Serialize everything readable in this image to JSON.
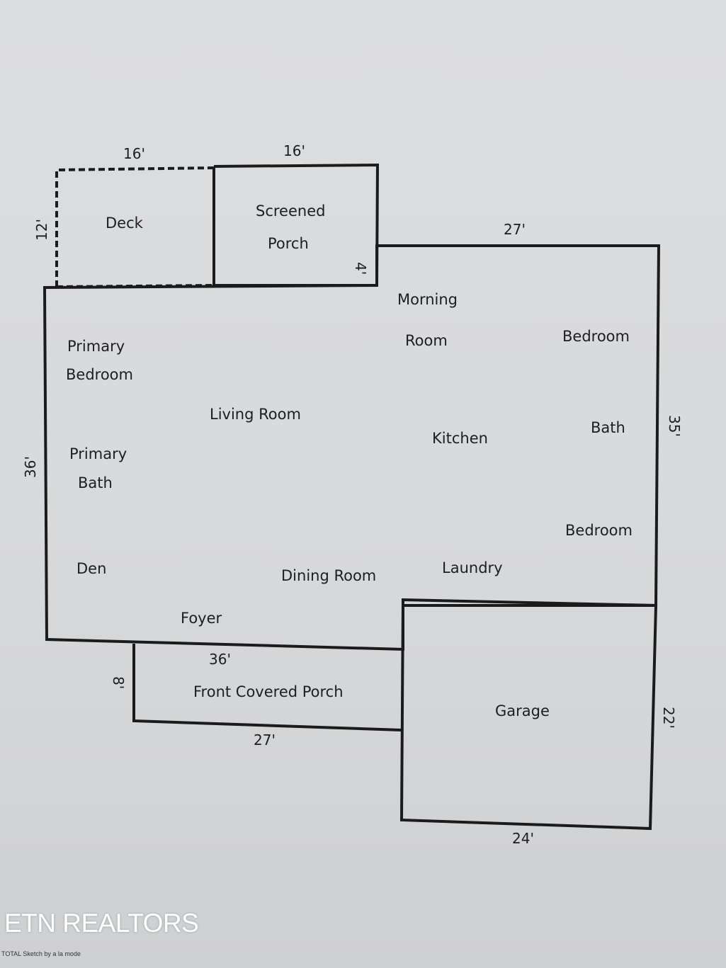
{
  "rooms": {
    "deck": "Deck",
    "screened_1": "Screened",
    "screened_2": "Porch",
    "morning_1": "Morning",
    "morning_2": "Room",
    "bedroom_top": "Bedroom",
    "primary_bed_1": "Primary",
    "primary_bed_2": "Bedroom",
    "living": "Living Room",
    "kitchen": "Kitchen",
    "bath": "Bath",
    "primary_bath_1": "Primary",
    "primary_bath_2": "Bath",
    "bedroom_bottom": "Bedroom",
    "den": "Den",
    "dining": "Dining Room",
    "laundry": "Laundry",
    "foyer": "Foyer",
    "front_porch": "Front Covered Porch",
    "garage": "Garage"
  },
  "dimensions": {
    "deck_width": "16'",
    "porch_width": "16'",
    "deck_depth": "12'",
    "porch_depth": "4'",
    "top_right": "27'",
    "right_side": "35'",
    "left_side": "36'",
    "front_top": "36'",
    "front_depth": "8'",
    "front_bottom": "27'",
    "garage_side": "22'",
    "garage_bottom": "24'"
  },
  "watermark": "ETN REALTORS",
  "footer_note": "TOTAL Sketch by a la mode"
}
